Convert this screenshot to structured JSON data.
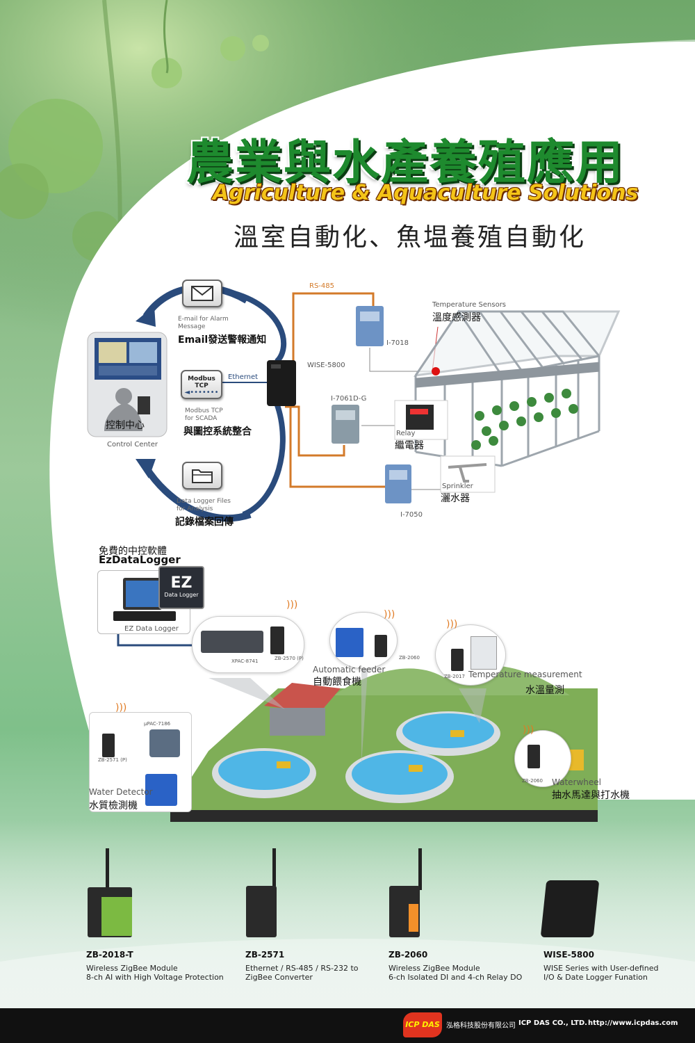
{
  "header": {
    "title_zh": "農業與水產養殖應用",
    "title_en": "Agriculture & Aquaculture Solutions",
    "subtitle": "溫室自動化、魚塭養殖自動化"
  },
  "greenhouse": {
    "rs485": "RS-485",
    "ethernet": "Ethernet",
    "modbus_tcp": "Modbus TCP",
    "email_en_1": "E-mail for Alarm",
    "email_en_2": "Message",
    "email_zh": "Email發送警報通知",
    "modbus_en_1": "Modbus TCP",
    "modbus_en_2": "for SCADA",
    "modbus_zh": "與圖控系統整合",
    "logger_en_1": "Data Logger Files",
    "logger_en_2": "for Analysis",
    "logger_zh": "記錄檔案回傳",
    "control_zh": "控制中心",
    "control_en": "Control Center",
    "wise": "WISE-5800",
    "i7018": "I-7018",
    "i7061": "I-7061D-G",
    "i7050": "I-7050",
    "temp_en": "Temperature  Sensors",
    "temp_zh": "溫度感測器",
    "relay_en": "Relay",
    "relay_zh": "繼電器",
    "sprinkler_en": "Sprinkler",
    "sprinkler_zh": "灑水器"
  },
  "aquaculture": {
    "free_sw": "免費的中控軟體",
    "ezdl": "EzDataLogger",
    "ez_label": "EZ Data Logger",
    "ez_logo": "EZ",
    "ez_logo_sub": "Data Logger",
    "xpac": "XPAC-8741",
    "zb2570": "ZB-2570 (P)",
    "feeder_en": "Automatic feeder",
    "feeder_zh": "自動餵食機",
    "zb2060_a": "ZB-2060",
    "zb2017": "ZB-2017",
    "temp_en": "Temperature measurement",
    "temp_zh": "水溫量測",
    "upac": "μPAC-7186",
    "zb2571p": "ZB-2571 (P)",
    "water_en": "Water Detector",
    "water_zh": "水質檢測機",
    "zb2060_b": "ZB-2060",
    "wheel_en": "Waterwheel",
    "wheel_zh": "抽水馬達與打水機"
  },
  "products": [
    {
      "name": "ZB-2018-T",
      "desc1": "Wireless ZigBee Module",
      "desc2": "8-ch AI with High Voltage Protection"
    },
    {
      "name": "ZB-2571",
      "desc1": "Ethernet / RS-485 / RS-232 to",
      "desc2": "ZigBee Converter"
    },
    {
      "name": "ZB-2060",
      "desc1": "Wireless ZigBee Module",
      "desc2": "6-ch Isolated DI and 4-ch Relay DO"
    },
    {
      "name": "WISE-5800",
      "desc1": "WISE Series with User-defined",
      "desc2": "I/O & Date Logger Funation"
    }
  ],
  "footer": {
    "logo": "ICP DAS",
    "company_zh": "泓格科技股份有限公司",
    "company_en": "ICP DAS CO., LTD.",
    "url": "http://www.icpdas.com"
  }
}
